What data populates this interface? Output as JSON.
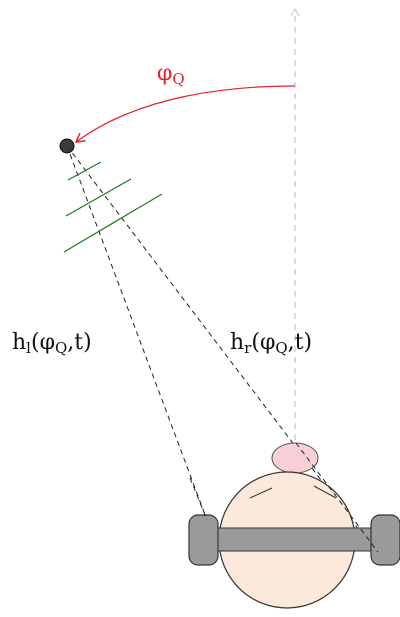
{
  "labels": {
    "angle": "φQ",
    "angle_sub": "Q",
    "angle_main": "φ",
    "hrtf_left": {
      "h": "h",
      "sub": "l",
      "args": "(φQ,t)",
      "arg_phi": "φ",
      "arg_sub": "Q",
      "arg_rest": ",t)",
      "open": "("
    },
    "hrtf_right": {
      "h": "h",
      "sub": "r",
      "args": "(φQ,t)",
      "arg_phi": "φ",
      "arg_sub": "Q",
      "arg_rest": ",t)",
      "open": "("
    }
  },
  "colors": {
    "angle_arrow": "#e8202a",
    "wavefronts": "#1f7a1f",
    "axis": "#c8c8c8",
    "source": "#3a3a3a",
    "head_fill": "#fde9dc",
    "nose_fill": "#f6d0d6",
    "headphone": "#9a9a9a"
  }
}
